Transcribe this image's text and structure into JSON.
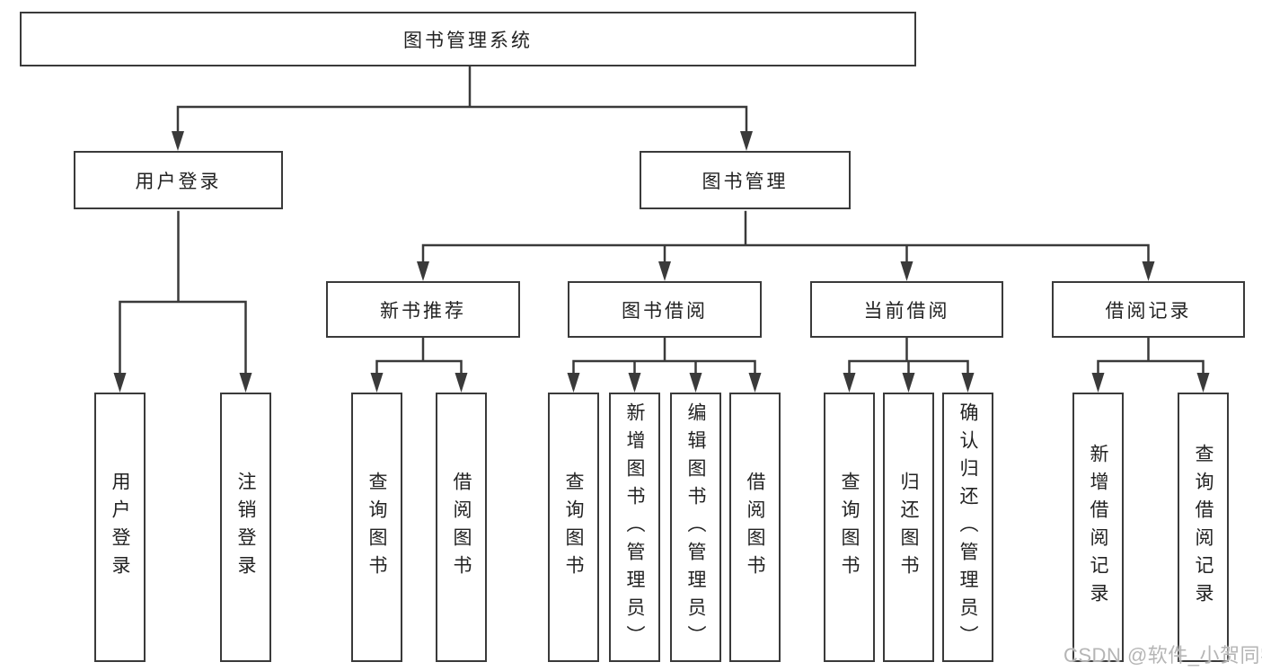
{
  "nodes": {
    "root": "图书管理系统",
    "level2": [
      "用户登录",
      "图书管理"
    ],
    "level3": [
      "新书推荐",
      "图书借阅",
      "当前借阅",
      "借阅记录"
    ],
    "leaves": {
      "login": [
        "用户登录",
        "注销登录"
      ],
      "new_book": [
        "查询图书",
        "借阅图书"
      ],
      "book_borrow": [
        "查询图书",
        "新增图书（管理员）",
        "编辑图书（管理员）",
        "借阅图书"
      ],
      "current_borrow": [
        "查询图书",
        "归还图书",
        "确认归还（管理员）"
      ],
      "borrow_records": [
        "新增借阅记录",
        "查询借阅记录"
      ]
    }
  },
  "watermark": "CSDN @软件_小贺同学",
  "colors": {
    "line": "#3a3a3a",
    "text": "#222222",
    "box_background": "#ffffff",
    "watermark": "#b5b5b5"
  }
}
